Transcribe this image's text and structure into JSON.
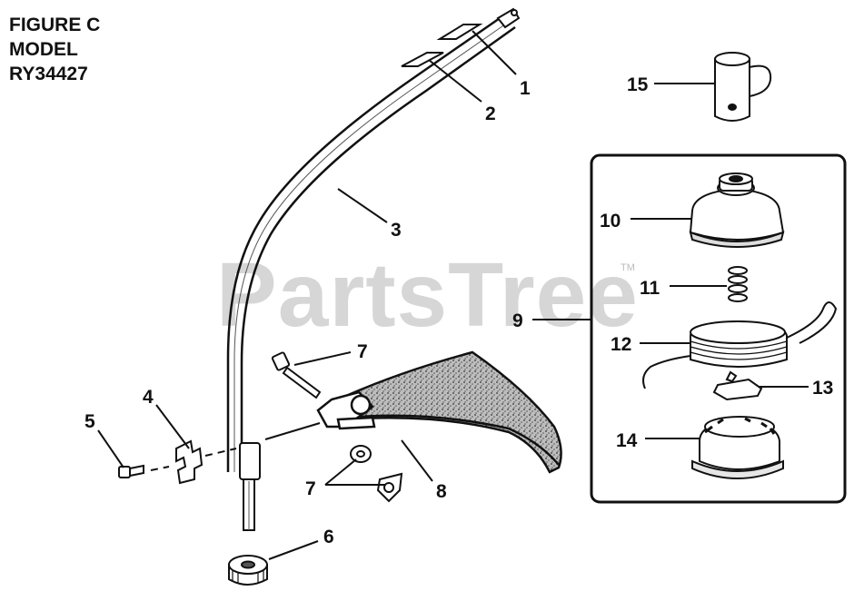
{
  "figure": {
    "line1": "FIGURE C",
    "line2": "MODEL",
    "line3": "RY34427"
  },
  "watermark": {
    "text": "PartsTree",
    "trademark": "TM"
  },
  "callouts": [
    "1",
    "2",
    "3",
    "4",
    "5",
    "6",
    "7",
    "7",
    "8",
    "9",
    "10",
    "11",
    "12",
    "13",
    "14",
    "15"
  ],
  "colors": {
    "ink": "#111111",
    "watermark": "#d6d6d6",
    "paper": "#ffffff",
    "guard_fill": "#9a9a9a"
  }
}
